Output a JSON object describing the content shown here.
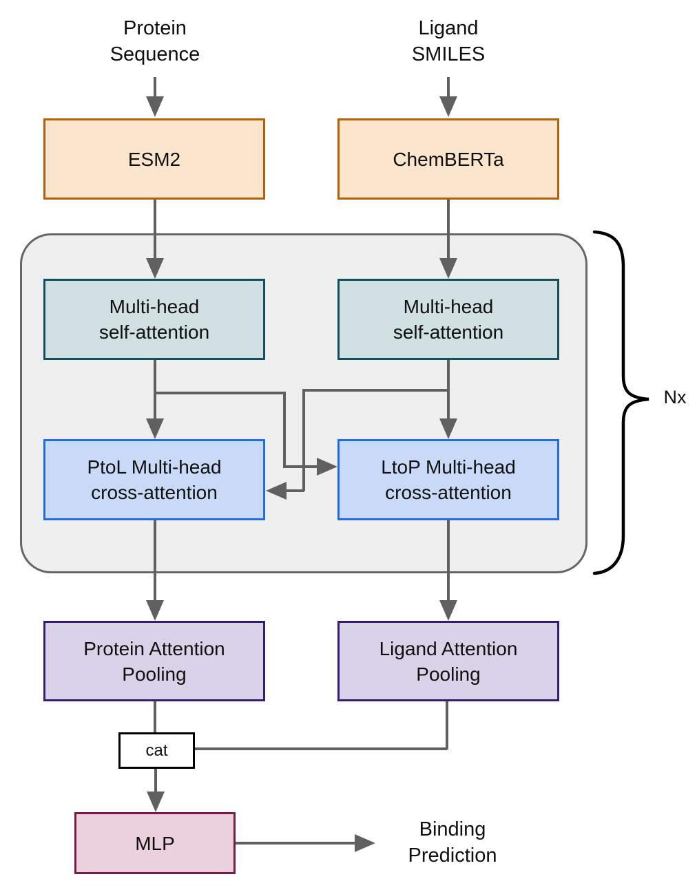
{
  "diagram": {
    "inputs": {
      "protein": "Protein\nSequence",
      "ligand": "Ligand\nSMILES"
    },
    "nodes": {
      "esm2": "ESM2",
      "chemberta": "ChemBERTa",
      "protein_self_attention": "Multi-head\nself-attention",
      "ligand_self_attention": "Multi-head\nself-attention",
      "ptol_cross_attention": "PtoL Multi-head\ncross-attention",
      "ltop_cross_attention": "LtoP Multi-head\ncross-attention",
      "protein_pooling": "Protein Attention\nPooling",
      "ligand_pooling": "Ligand Attention\nPooling",
      "concat": "cat",
      "mlp": "MLP"
    },
    "output_label": "Binding\nPrediction",
    "repeat_label": "Nx",
    "colors": {
      "encoder_fill": "#fce5cd",
      "encoder_border": "#b45f06",
      "self_attention_fill": "#d0e0e3",
      "self_attention_border": "#134f5c",
      "cross_attention_fill": "#c9daf8",
      "cross_attention_border": "#1f6de0",
      "pooling_fill": "#d9d2e9",
      "pooling_border": "#351c75",
      "mlp_fill": "#ead1dc",
      "mlp_border": "#741b47",
      "concat_fill": "#ffffff",
      "concat_border": "#000000",
      "repeat_container_fill": "#efefef",
      "repeat_container_border": "#666666",
      "edge_line": "#606060",
      "brace": "#000000",
      "text": "#0f0f0f",
      "background": "#ffffff"
    }
  }
}
